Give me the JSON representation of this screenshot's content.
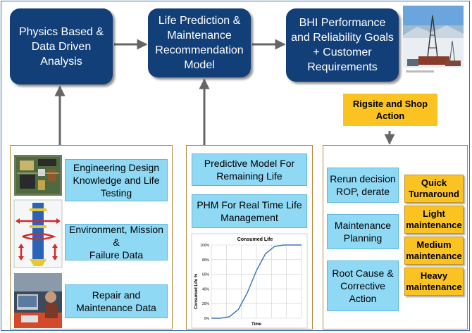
{
  "top_boxes": [
    {
      "label": "Physics Based &\nData Driven\nAnalysis"
    },
    {
      "label": "Life Prediction &\nMaintenance\nRecommendation\nModel"
    },
    {
      "label": "BHI Performance\nand Reliability Goals\n+ Customer\nRequirements"
    }
  ],
  "rigsite_label": "Rigsite and Shop\nAction",
  "left_panel": [
    {
      "label": "Engineering Design\nKnowledge and Life\nTesting"
    },
    {
      "label": "Environment, Mission &\nFailure Data"
    },
    {
      "label": "Repair and\nMaintenance Data"
    }
  ],
  "middle_panel": [
    {
      "label": "Predictive Model For\nRemaining Life"
    },
    {
      "label": "PHM For Real Time Life\nManagement"
    }
  ],
  "right_panel": {
    "actions": [
      {
        "label": "Rerun decision\nROP, derate"
      },
      {
        "label": "Maintenance\nPlanning"
      },
      {
        "label": "Root Cause &\nCorrective\nAction"
      }
    ],
    "levels": [
      {
        "label": "Quick\nTurnaround"
      },
      {
        "label": "Light\nmaintenance"
      },
      {
        "label": "Medium\nmaintenance"
      },
      {
        "label": "Heavy\nmaintenance"
      }
    ]
  },
  "chart_data": {
    "type": "line",
    "title": "Consumed Life",
    "xlabel": "Time",
    "ylabel": "Consumed Life %",
    "y_ticks": [
      "0%",
      "20%",
      "40%",
      "60%",
      "80%",
      "100%"
    ],
    "ylim": [
      0,
      100
    ],
    "xlim": [
      0,
      10
    ],
    "grid": true,
    "series": [
      {
        "values_x": [
          0,
          1,
          2,
          3,
          4,
          5,
          6,
          7,
          8,
          9,
          10
        ],
        "values_y": [
          0,
          0,
          2,
          12,
          35,
          65,
          88,
          98,
          100,
          100,
          100
        ]
      }
    ]
  },
  "colors": {
    "navy": "#123f78",
    "cyan": "#8fd9f5",
    "gold": "#fbc322",
    "panel_border": "#b58a3a",
    "curve": "#3a78c0"
  },
  "icons": [
    "pcb-photo",
    "drill-tool-diagram-icon",
    "repair-shop-photo",
    "drilling-rig-photo"
  ]
}
